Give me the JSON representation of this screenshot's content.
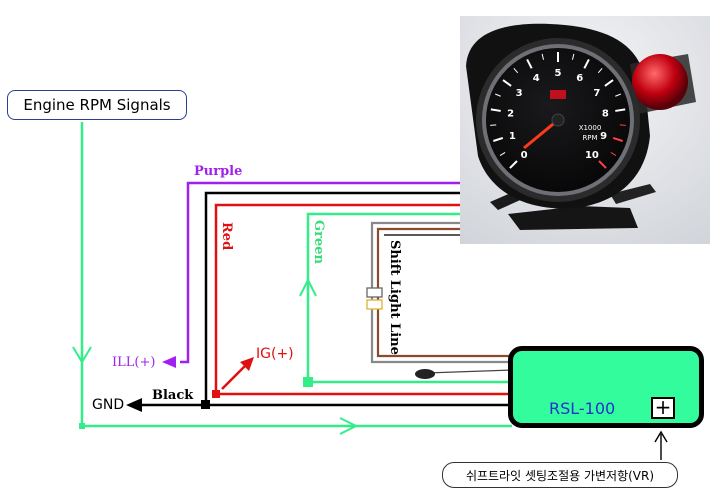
{
  "labels": {
    "engine_rpm": "Engine RPM Signals",
    "purple": "Purple",
    "red": "Red",
    "green": "Green",
    "shift_light_line": "Shift Light Line",
    "ill": "ILL(+)",
    "ig": "IG(+)",
    "gnd": "GND",
    "black": "Black",
    "module": "RSL-100",
    "vr_knob": "+",
    "vr_note": "쉬프트라잇 셋팅조절용 가변저항(VR)"
  },
  "gauge": {
    "multiplier": "X1000",
    "unit": "RPM",
    "ticks": [
      "0",
      "1",
      "2",
      "3",
      "4",
      "5",
      "6",
      "7",
      "8",
      "9",
      "10"
    ]
  },
  "colors": {
    "purple": "#a020f0",
    "red": "#e01010",
    "green": "#33ee88",
    "black": "#000000",
    "gray": "#888888",
    "brown": "#8b4a2b",
    "module_fill": "#33fc9c"
  }
}
